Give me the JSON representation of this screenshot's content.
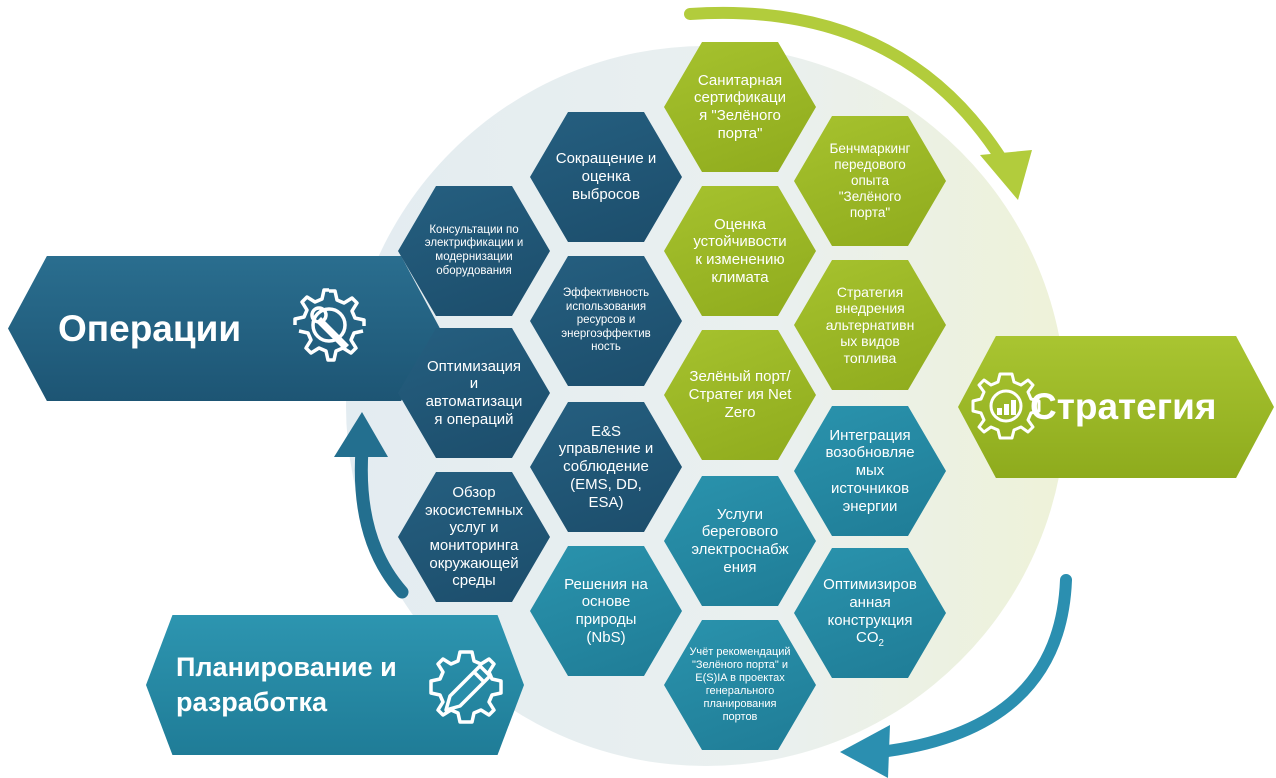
{
  "banners": {
    "operations": {
      "label": "Операции",
      "icon": "gear-wrench-icon"
    },
    "planning": {
      "line1": "Планирование и",
      "line2": "разработка",
      "icon": "gear-pencil-icon"
    },
    "strategy": {
      "label": "Стратегия",
      "icon": "gear-chart-icon"
    }
  },
  "hexagons": {
    "emissions": "Сокращение и оценка выбросов",
    "electrification": "Консультации по электрификации и модернизации оборудования",
    "resource_efficiency": "Эффективность использования ресурсов и энергоэффектив ность",
    "optimization": "Оптимизация и автоматизаци я операций",
    "es_management": "E&S управление и соблюдение (EMS, DD, ESA)",
    "ecosystem": "Обзор экосистемных услуг и мониторинга окружающей среды",
    "nbs": "Решения на основе природы (NbS)",
    "shore_power": "Услуги берегового электроснабж ения",
    "master_plan": "Учёт рекомендаций \"Зелёного порта\" и E(S)IA в проектах генерального планирования портов",
    "sanitary": "Санитарная сертификаци я \"Зелёного порта\"",
    "benchmarking": "Бенчмаркинг передового опыта \"Зелёного порта\"",
    "resilience": "Оценка устойчивости к изменению климата",
    "alt_fuels": "Стратегия внедрения альтернативн ых видов топлива",
    "net_zero": "Зелёный порт/Стратег ия Net Zero",
    "renewables": "Интеграция возобновляе мых источников энергии",
    "co2_design": {
      "main": "Оптимизиров анная конструкция CO",
      "sub": "2"
    }
  },
  "colors": {
    "navy": "#1f5575",
    "teal": "#238aa5",
    "green": "#9ab826",
    "circle_bg": "#e6eef2",
    "circle_green": "#eef2d8",
    "arrow_green": "#b2cc3c",
    "arrow_blue": "#2b8fb0"
  }
}
